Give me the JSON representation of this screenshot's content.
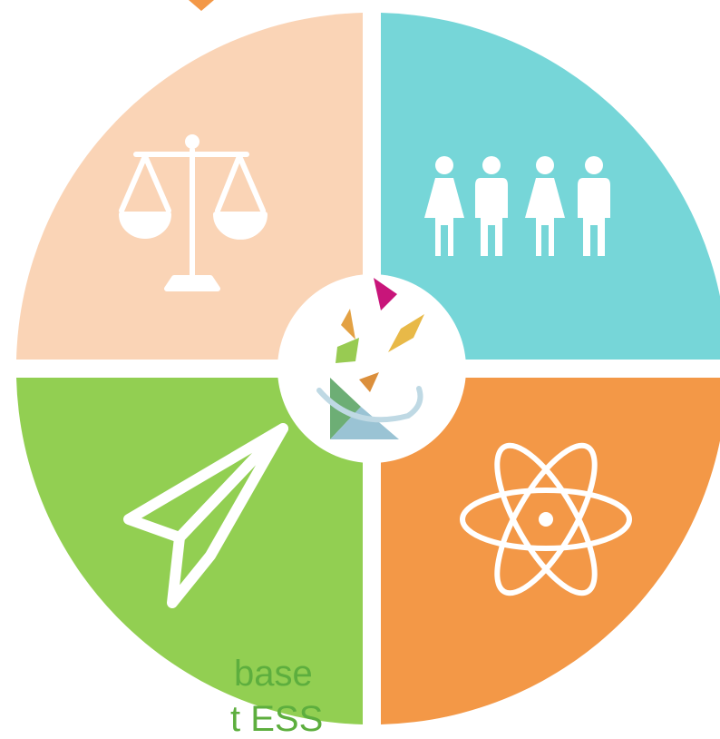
{
  "quadrants": [
    {
      "key": "top-left",
      "color": "#FAD4B6",
      "icon": "scales-of-justice-icon"
    },
    {
      "key": "top-right",
      "color": "#76D6D8",
      "icon": "people-group-icon"
    },
    {
      "key": "bottom-left",
      "color": "#92CF52",
      "icon": "paper-plane-icon"
    },
    {
      "key": "bottom-right",
      "color": "#F39847",
      "icon": "atom-icon"
    }
  ],
  "center_logo": {
    "icon": "tangram-logo-icon",
    "colors": [
      "#C8157A",
      "#E3A143",
      "#E8B948",
      "#98CB52",
      "#DB8F3C",
      "#6DAE75",
      "#9AC3D4",
      "#BFD9E4"
    ]
  },
  "top_accent": {
    "color": "#F39847"
  },
  "caption": {
    "line1": "base",
    "line2": "t ESS",
    "color": "#5DAE3E"
  }
}
